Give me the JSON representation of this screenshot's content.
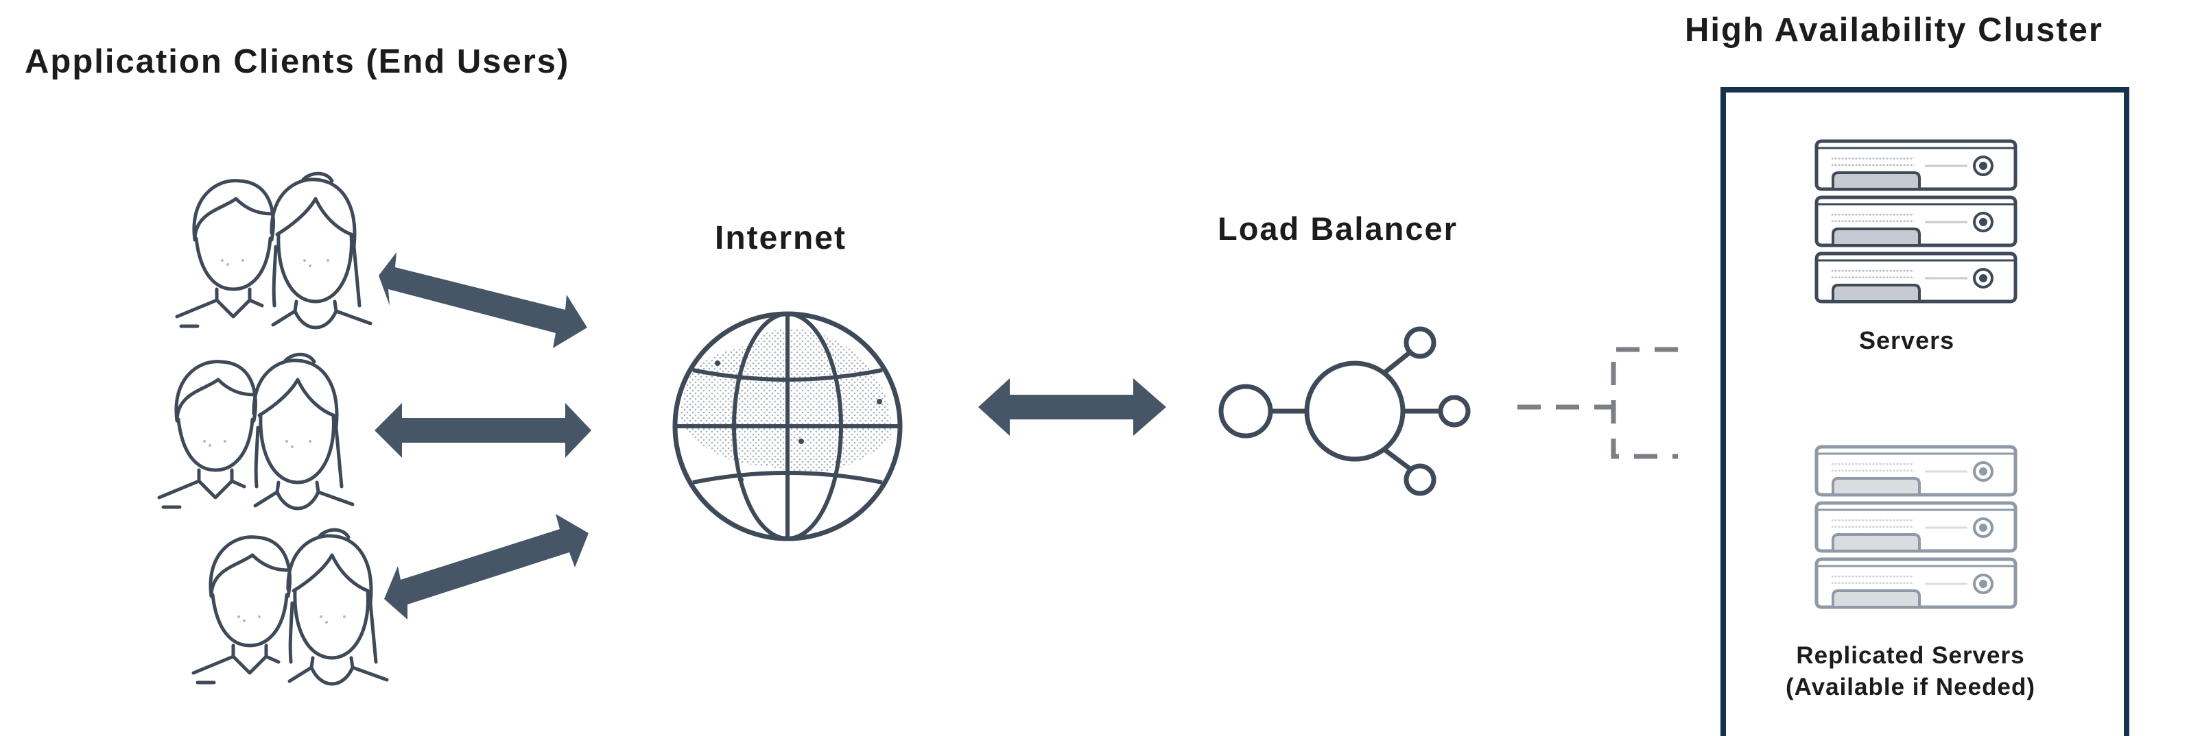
{
  "clients_title": "Application Clients (End Users)",
  "cluster_title": "High Availability Cluster",
  "internet_label": "Internet",
  "load_balancer_label": "Load Balancer",
  "servers_label": "Servers",
  "replicated_servers_label_line1": "Replicated Servers",
  "replicated_servers_label_line2": "(Available if Needed)",
  "colors": {
    "arrow": "#475667",
    "outline": "#3e4a58",
    "cluster_border": "#16324f",
    "replica_outline": "#8f9aa6",
    "dashed_line": "#7b7f84",
    "text": "#1c1c1c"
  },
  "icons": [
    "user-pair-icon",
    "globe-icon",
    "load-balancer-icon",
    "server-icon"
  ]
}
